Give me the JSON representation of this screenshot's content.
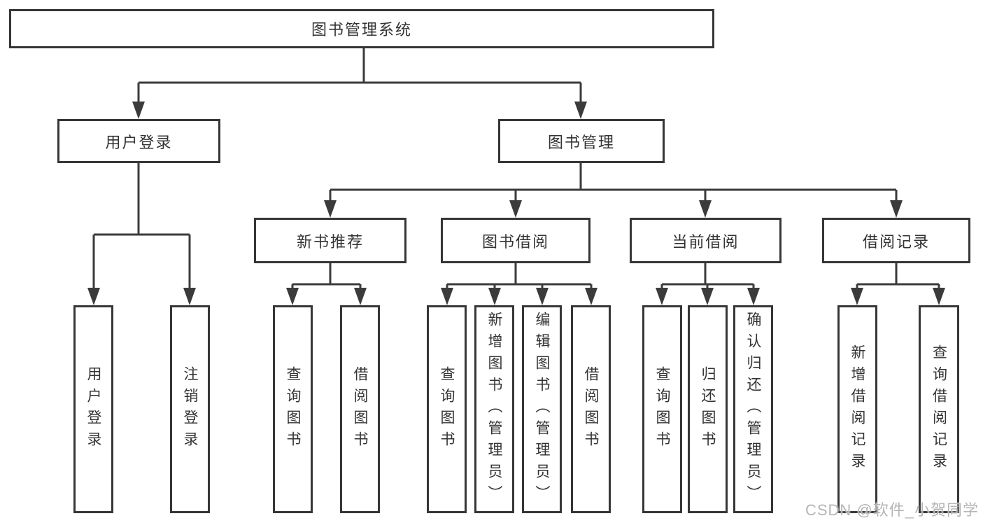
{
  "diagram": {
    "title": "图书管理系统",
    "type": "function-structure-tree",
    "colors": {
      "line": "#3b3b3b",
      "box_border": "#363636",
      "text": "#333333",
      "background": "#ffffff",
      "watermark": "#b5b5b5"
    },
    "tree": {
      "label": "图书管理系统",
      "children": [
        {
          "label": "用户登录",
          "children": [
            {
              "label": "用户登录"
            },
            {
              "label": "注销登录"
            }
          ]
        },
        {
          "label": "图书管理",
          "children": [
            {
              "label": "新书推荐",
              "children": [
                {
                  "label": "查询图书"
                },
                {
                  "label": "借阅图书"
                }
              ]
            },
            {
              "label": "图书借阅",
              "children": [
                {
                  "label": "查询图书"
                },
                {
                  "label": "新增图书（管理员）"
                },
                {
                  "label": "编辑图书（管理员）"
                },
                {
                  "label": "借阅图书"
                }
              ]
            },
            {
              "label": "当前借阅",
              "children": [
                {
                  "label": "查询图书"
                },
                {
                  "label": "归还图书"
                },
                {
                  "label": "确认归还（管理员）"
                }
              ]
            },
            {
              "label": "借阅记录",
              "children": [
                {
                  "label": "新增借阅记录"
                },
                {
                  "label": "查询借阅记录"
                }
              ]
            }
          ]
        }
      ]
    },
    "watermark": "CSDN @软件_小贺同学"
  }
}
